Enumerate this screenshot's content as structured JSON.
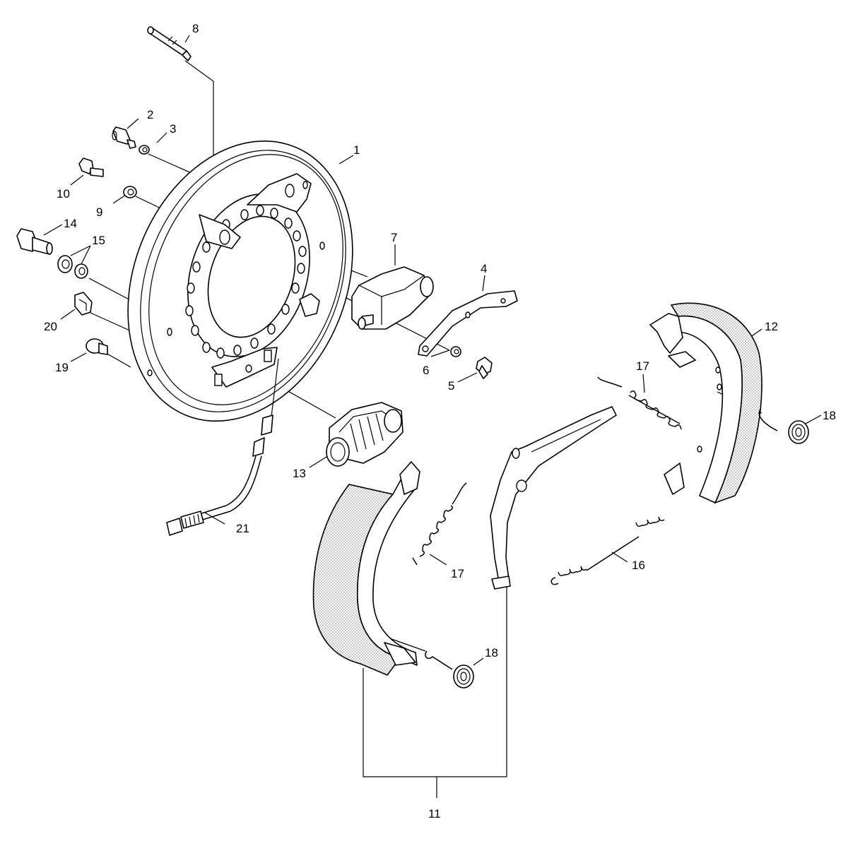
{
  "callouts": [
    {
      "id": "c1",
      "text": "1"
    },
    {
      "id": "c2",
      "text": "2"
    },
    {
      "id": "c3",
      "text": "3"
    },
    {
      "id": "c4",
      "text": "4"
    },
    {
      "id": "c5",
      "text": "5"
    },
    {
      "id": "c6",
      "text": "6"
    },
    {
      "id": "c7",
      "text": "7"
    },
    {
      "id": "c8",
      "text": "8"
    },
    {
      "id": "c9",
      "text": "9"
    },
    {
      "id": "c10",
      "text": "10"
    },
    {
      "id": "c11",
      "text": "11"
    },
    {
      "id": "c12",
      "text": "12"
    },
    {
      "id": "c13",
      "text": "13"
    },
    {
      "id": "c14",
      "text": "14"
    },
    {
      "id": "c15",
      "text": "15"
    },
    {
      "id": "c16",
      "text": "16"
    },
    {
      "id": "c17a",
      "text": "17"
    },
    {
      "id": "c17b",
      "text": "17"
    },
    {
      "id": "c18a",
      "text": "18"
    },
    {
      "id": "c18b",
      "text": "18"
    },
    {
      "id": "c19",
      "text": "19"
    },
    {
      "id": "c20",
      "text": "20"
    },
    {
      "id": "c21",
      "text": "21"
    }
  ],
  "colors": {
    "line": "#000000",
    "background": "#ffffff",
    "lining_dots": "#888888"
  }
}
